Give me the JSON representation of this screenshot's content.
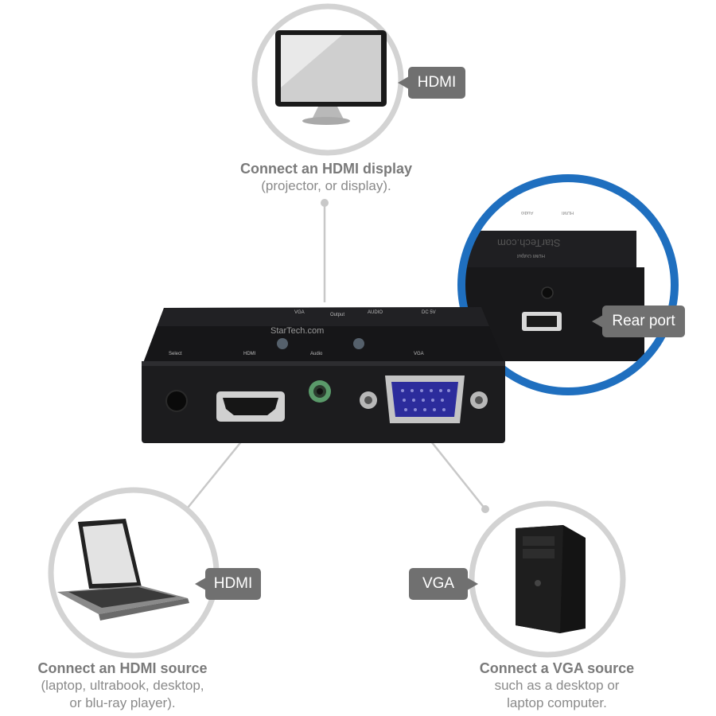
{
  "tags": {
    "display": "HDMI",
    "rear": "Rear port",
    "source_hdmi": "HDMI",
    "source_vga": "VGA"
  },
  "captions": {
    "display": {
      "head": "Connect an HDMI display",
      "sub": [
        "(projector, or display)."
      ]
    },
    "hdmi_source": {
      "head": "Connect an HDMI source",
      "sub": [
        "(laptop, ultrabook, desktop,",
        "or blu-ray player)."
      ]
    },
    "vga_source": {
      "head": "Connect a VGA source",
      "sub": [
        "such as a desktop or",
        "laptop computer."
      ]
    }
  },
  "device": {
    "brand": "StarTech.com",
    "front_labels": {
      "select": "Select",
      "hdmi": "HDMI",
      "audio": "Audio",
      "vga": "VGA"
    },
    "top_labels": {
      "vga": "VGA",
      "output": "Output",
      "audio": "AUDIO",
      "dc": "DC 5V"
    },
    "rear_labels": {
      "hdmi": "HDMI",
      "audio": "Audio",
      "hdmi_output": "HDMI Output"
    }
  },
  "colors": {
    "ring": "#d3d3d3",
    "ring_highlight": "#1f6fbf",
    "tag": "#707070",
    "device": "#1c1c1e",
    "vga_port": "#2c2c9c",
    "audio_port": "#5a9a6a"
  },
  "icons": [
    "monitor-icon",
    "laptop-icon",
    "desktop-tower-icon",
    "converter-device",
    "rear-port-detail"
  ]
}
